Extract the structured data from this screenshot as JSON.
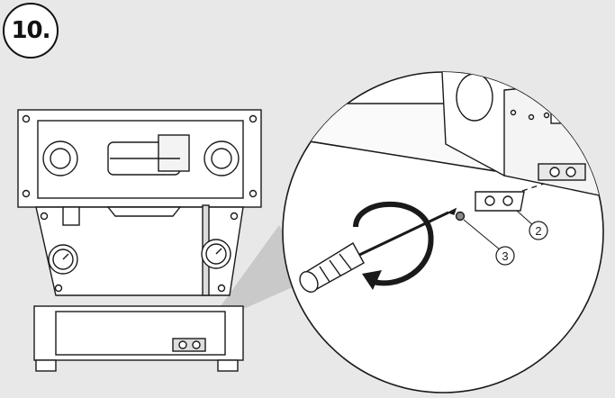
{
  "step": {
    "label": "10."
  },
  "callouts": {
    "part_2": "2",
    "part_3": "3"
  },
  "colors": {
    "background": "#e8e8e8",
    "line": "#1a1a1a",
    "white": "#ffffff",
    "zoom_cone": "#c8c8c8",
    "arrow": "#1a1a1a"
  },
  "icons": {
    "rotate_arrow": "counterclockwise-arrow-icon",
    "tool": "screwdriver-icon"
  }
}
